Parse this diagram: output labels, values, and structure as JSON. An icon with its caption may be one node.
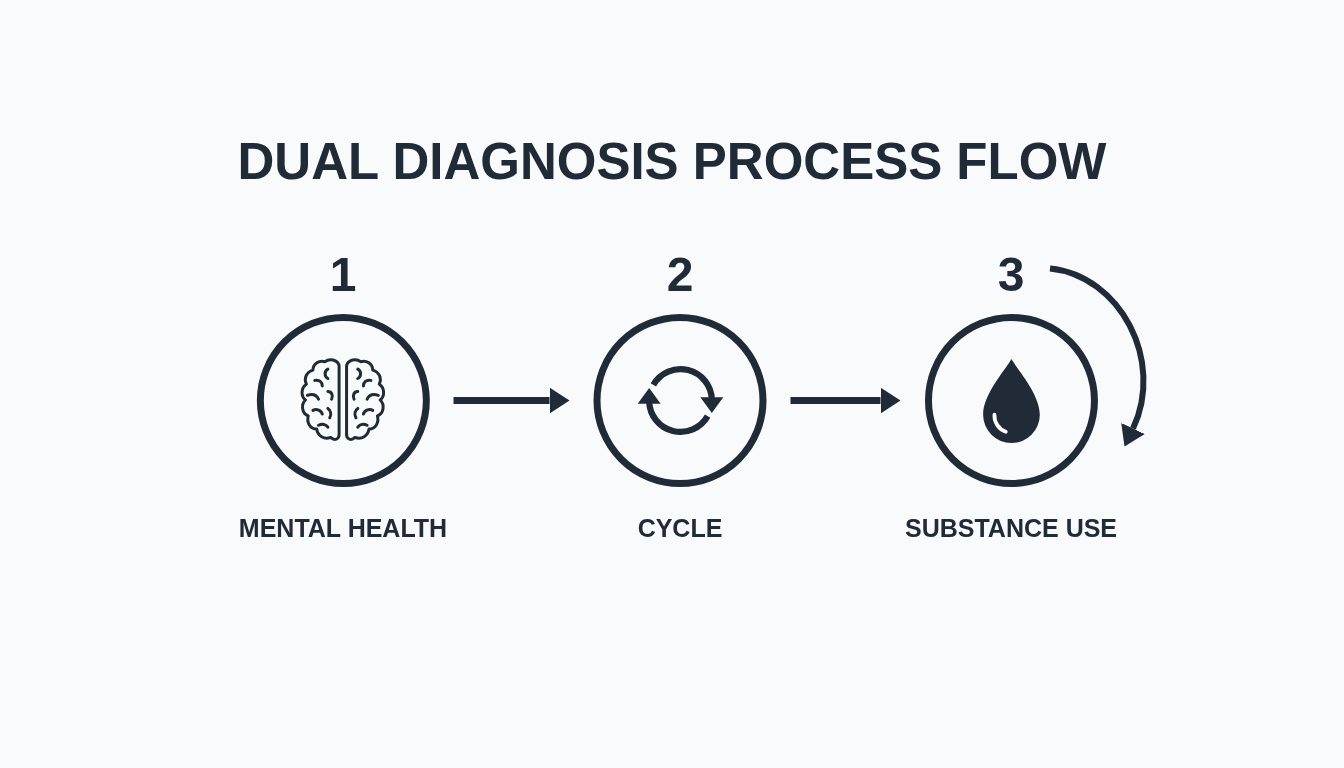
{
  "diagram": {
    "title": "DUAL DIAGNOSIS PROCESS FLOW",
    "nodes": [
      {
        "text": [
          "1",
          "MENTAL HEALTH"
        ]
      },
      {
        "text": [
          "2",
          "CYCLE"
        ]
      },
      {
        "text": [
          "3",
          "SUBSTANCE USE"
        ]
      }
    ],
    "edges": [
      {
        "from": 0,
        "to": 1,
        "arrow": "to"
      },
      {
        "from": 1,
        "to": 2,
        "arrow": "to"
      },
      {
        "from": null,
        "to": 2,
        "arrow": "to"
      }
    ]
  }
}
